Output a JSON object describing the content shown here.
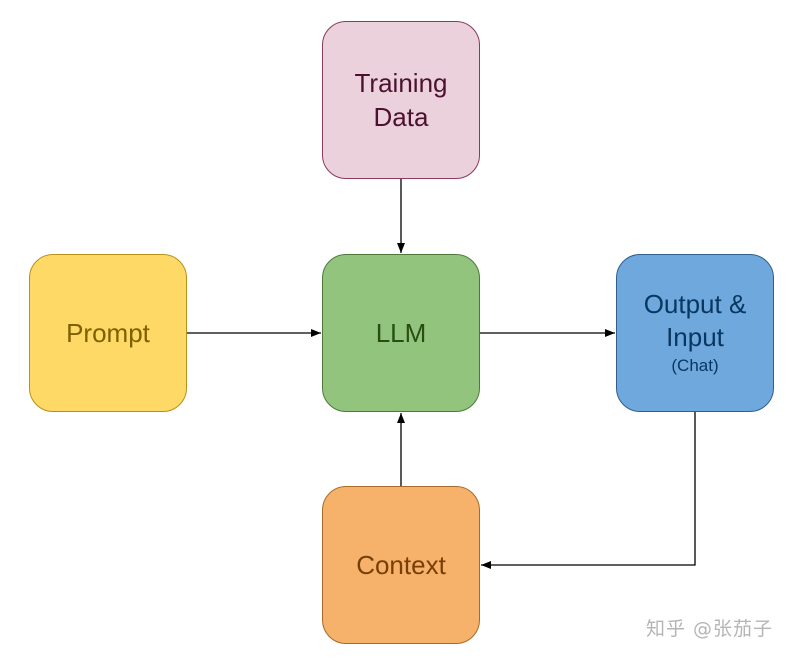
{
  "diagram": {
    "nodes": {
      "training_data": {
        "label": "Training\nData",
        "fill": "#ead1dc"
      },
      "prompt": {
        "label": "Prompt",
        "fill": "#ffd966"
      },
      "llm": {
        "label": "LLM",
        "fill": "#93c47d"
      },
      "output": {
        "label": "Output &\nInput",
        "sublabel": "(Chat)",
        "fill": "#6fa8dc"
      },
      "context": {
        "label": "Context",
        "fill": "#f6b26b"
      }
    },
    "edges": [
      {
        "from": "training_data",
        "to": "llm"
      },
      {
        "from": "prompt",
        "to": "llm"
      },
      {
        "from": "llm",
        "to": "output"
      },
      {
        "from": "output",
        "to": "context"
      },
      {
        "from": "context",
        "to": "llm"
      }
    ]
  },
  "watermark": "知乎 @张茄子"
}
